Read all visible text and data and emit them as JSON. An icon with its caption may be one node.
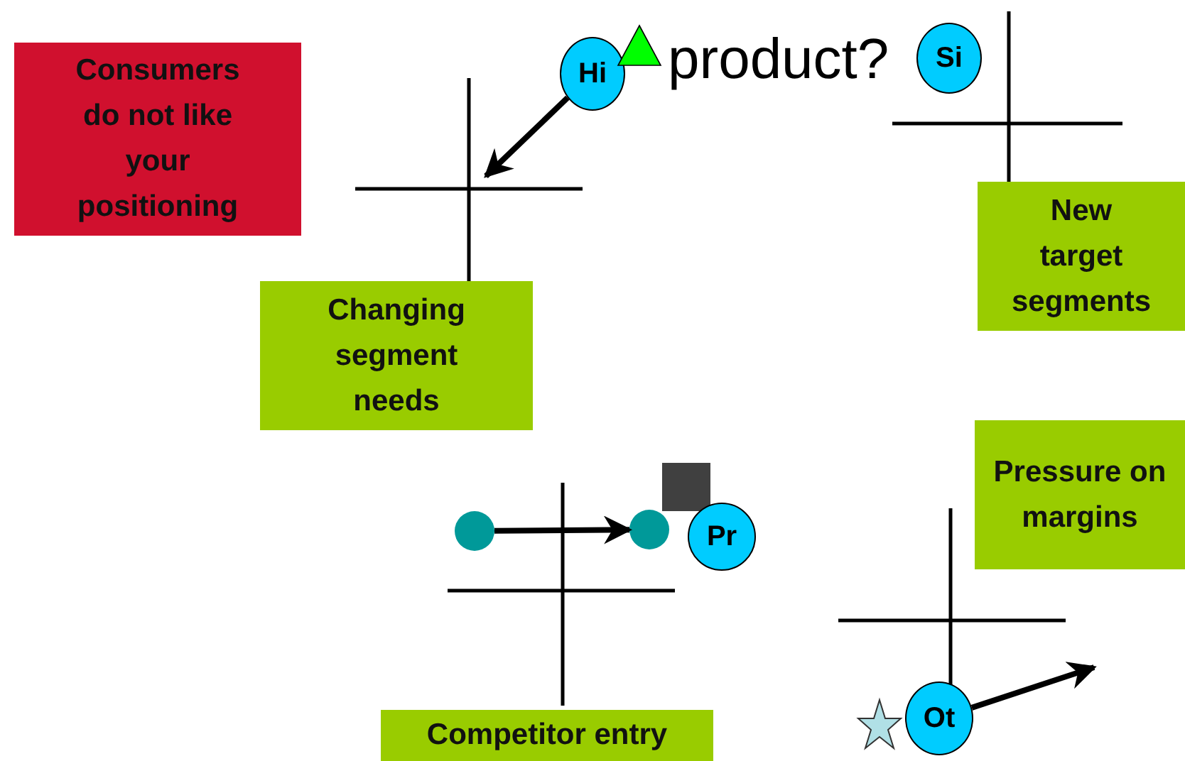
{
  "diagram": {
    "title": "product?",
    "nodes": [
      {
        "text": [
          "Consumers do not like your positioning"
        ]
      },
      {
        "text": [
          "Changing segment needs"
        ]
      },
      {
        "text": [
          "New target segments"
        ]
      },
      {
        "text": [
          "Pressure on margins"
        ]
      },
      {
        "text": [
          "Competitor entry"
        ]
      },
      {
        "text": [
          "Hi"
        ]
      },
      {
        "text": [
          "Si"
        ]
      },
      {
        "text": [
          "Pr"
        ]
      },
      {
        "text": [
          "Ot"
        ]
      },
      {
        "text": [],
        "shape": "triangle"
      },
      {
        "text": [],
        "shape": "box"
      },
      {
        "text": [],
        "shape": "circle"
      },
      {
        "text": [],
        "shape": "circle"
      },
      {
        "text": [],
        "shape": "star"
      }
    ],
    "edges": [
      {
        "from": 5,
        "to": null,
        "arrow": "to"
      },
      {
        "from": 11,
        "to": 12,
        "arrow": "to"
      },
      {
        "from": 8,
        "to": null,
        "arrow": "to"
      }
    ]
  }
}
